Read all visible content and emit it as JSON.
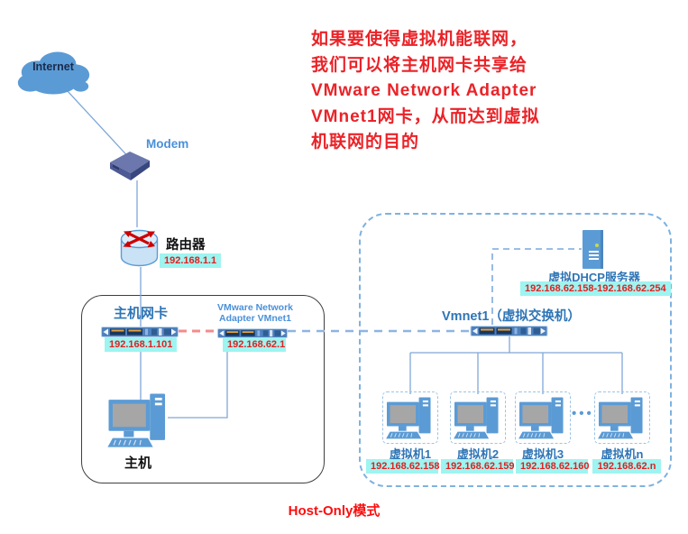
{
  "colors": {
    "accent_blue": "#2e75b6",
    "highlight_cyan": "#9ef4f0",
    "ip_red": "#e31e1e",
    "annotation_red": "#ea2328",
    "icon_blue": "#5b9bd5"
  },
  "annotation": {
    "lines": [
      "如果要使得虚拟机能联网，",
      "我们可以将主机网卡共享给",
      "VMware Network Adapter",
      "VMnet1网卡，从而达到虚拟",
      "机联网的目的"
    ]
  },
  "internet": {
    "label": "Internet"
  },
  "modem": {
    "label": "Modem"
  },
  "router": {
    "label": "路由器",
    "ip": "192.168.1.1"
  },
  "host": {
    "nic_label": "主机网卡",
    "nic_ip": "192.168.1.101",
    "adapter_label": "VMware Network Adapter VMnet1",
    "adapter_ip": "192.168.62.1",
    "computer_label": "主机"
  },
  "virtual_network": {
    "switch_label": "Vmnet1（虚拟交换机）",
    "dhcp_label": "虚拟DHCP服务器",
    "dhcp_ip_range": "192.168.62.158-192.168.62.254",
    "vms": [
      {
        "label": "虚拟机1",
        "ip": "192.168.62.158"
      },
      {
        "label": "虚拟机2",
        "ip": "192.168.62.159"
      },
      {
        "label": "虚拟机3",
        "ip": "192.168.62.160"
      },
      {
        "label": "虚拟机n",
        "ip": "192.168.62.n"
      }
    ],
    "ellipsis": "•••"
  },
  "footer": {
    "title": "Host-Only模式"
  }
}
